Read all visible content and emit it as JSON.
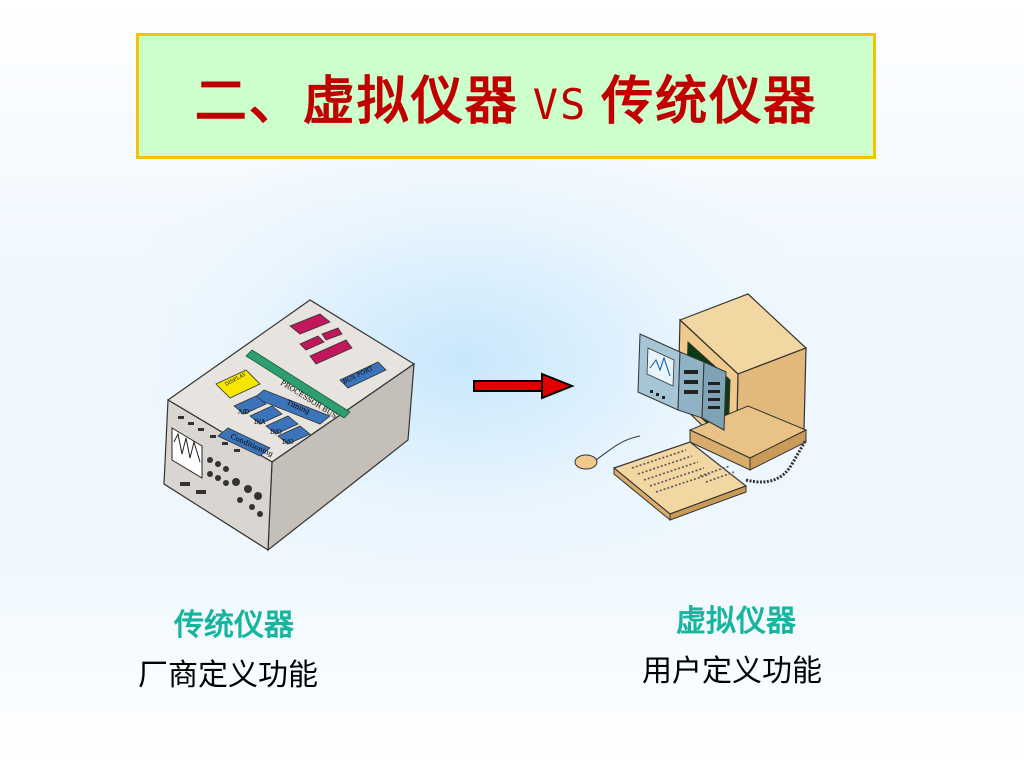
{
  "title": {
    "part1": "二、虚拟仪器",
    "vs": "VS",
    "part2": "传统仪器"
  },
  "traditional": {
    "label": "传统仪器",
    "description": "厂商定义功能",
    "diagram_blocks": [
      "DISPLAY AND CONTROL",
      "PROCESSOR BUS",
      "Timing",
      "A/D",
      "D/A",
      "D/O",
      "D/O",
      "Conditioning",
      "BUS PORT"
    ]
  },
  "virtual": {
    "label": "虚拟仪器",
    "description": "用户定义功能"
  },
  "colors": {
    "title_text": "#c00000",
    "title_bg": "#ccffcc",
    "title_border": "#f5c400",
    "label_color": "#16b5a0",
    "arrow": "#e00000"
  }
}
